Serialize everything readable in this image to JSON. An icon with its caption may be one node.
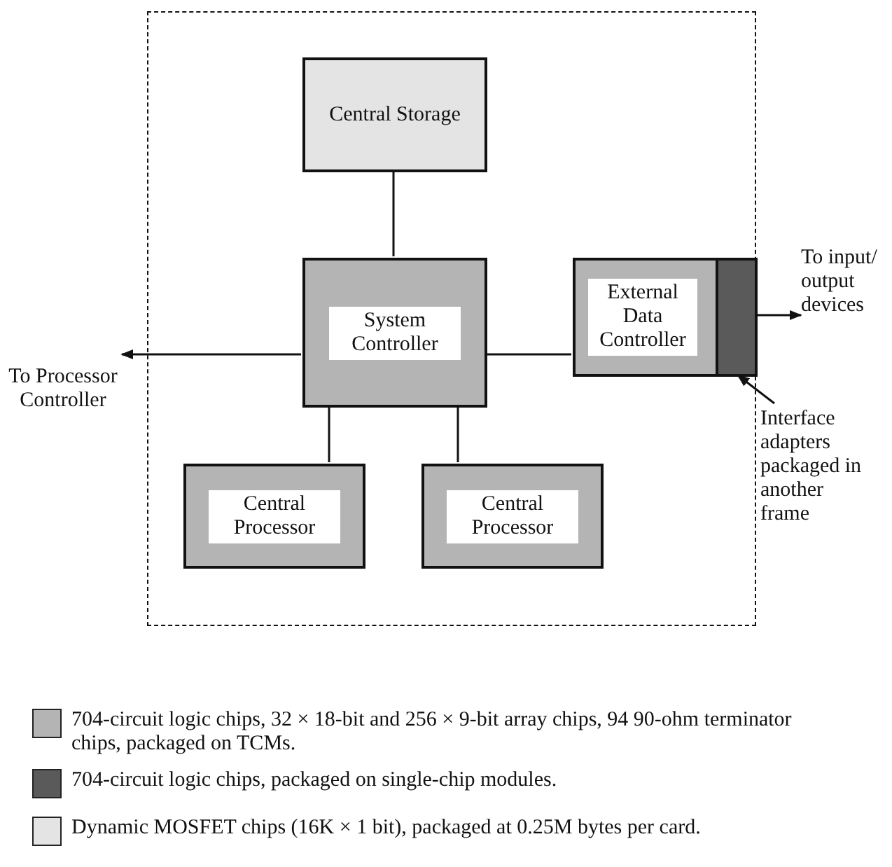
{
  "diagram": {
    "nodes": [
      {
        "text": [],
        "shape": "box"
      },
      {
        "text": [
          "Central Storage"
        ],
        "in": 0
      },
      {
        "text": [
          "System Controller"
        ],
        "in": 0
      },
      {
        "text": [
          "External Data Controller"
        ],
        "in": 0
      },
      {
        "text": [],
        "shape": "bar",
        "in": 3
      },
      {
        "text": [
          "Central Processor"
        ],
        "in": 0
      },
      {
        "text": [
          "Central Processor"
        ],
        "in": 0
      },
      {
        "text": [
          "To Processor Controller"
        ]
      },
      {
        "text": [
          "To input/ output devices"
        ]
      },
      {
        "text": [
          "Interface adapters packaged in another frame"
        ]
      }
    ],
    "edges": [
      {
        "from": 1,
        "to": 2,
        "arrow": "none"
      },
      {
        "from": 2,
        "to": 7,
        "arrow": "to"
      },
      {
        "from": 2,
        "to": 3,
        "arrow": "none"
      },
      {
        "from": 4,
        "to": 8,
        "arrow": "to"
      },
      {
        "from": 2,
        "to": 5,
        "arrow": "none"
      },
      {
        "from": 2,
        "to": 6,
        "arrow": "none"
      },
      {
        "from": 9,
        "to": 4,
        "arrow": "to"
      }
    ],
    "legend": [
      {
        "text": "704-circuit logic chips, 32 × 18-bit and 256 × 9-bit array chips, 94 90-ohm terminator chips, packaged on TCMs.",
        "color": "#b4b4b4"
      },
      {
        "text": "704-circuit logic chips, packaged on single-chip modules.",
        "color": "#5a5a5a"
      },
      {
        "text": "Dynamic MOSFET chips (16K × 1 bit), packaged at 0.25M bytes per card.",
        "color": "#e4e4e4"
      }
    ]
  }
}
